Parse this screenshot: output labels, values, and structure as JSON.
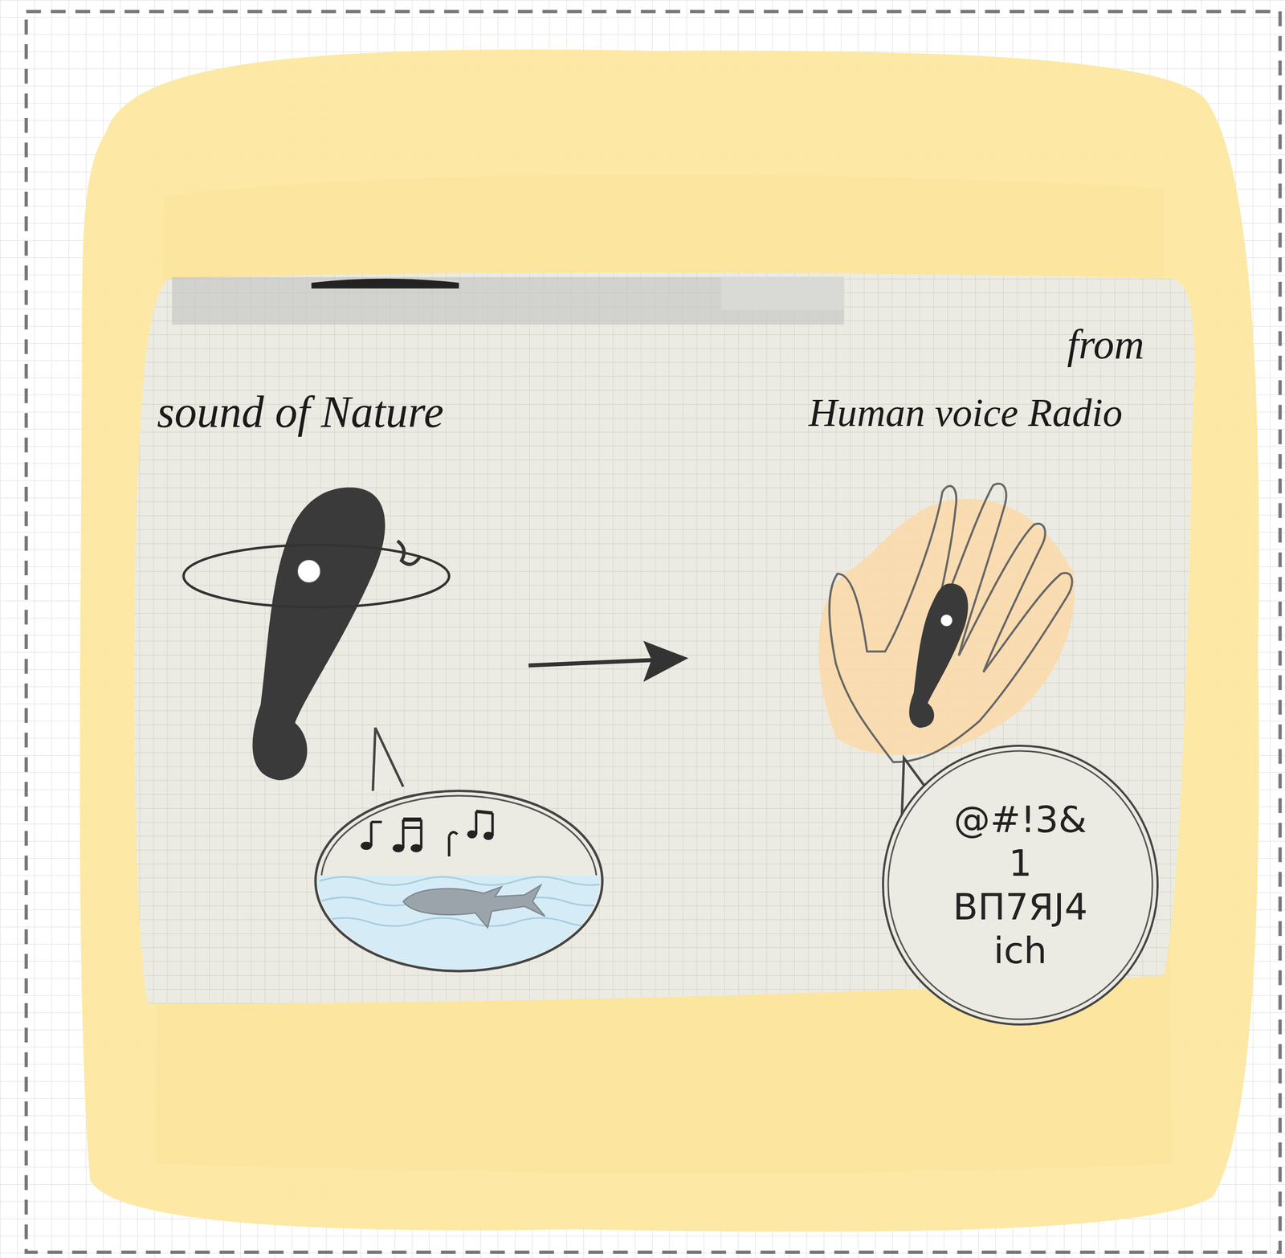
{
  "diagram": {
    "nodes": [
      {
        "text": [
          "@#!3&1 BΠ7ЯJ4 ich"
        ]
      }
    ],
    "labels": [
      "sound of Nature",
      "from",
      "Human voice Radio"
    ]
  }
}
